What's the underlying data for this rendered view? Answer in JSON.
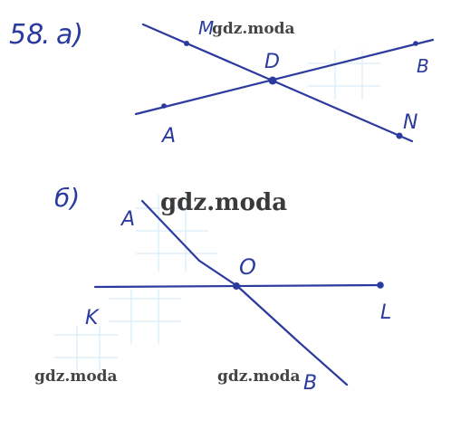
{
  "problem": {
    "number": "58",
    "part_a_label": "а)",
    "part_b_label": "б)"
  },
  "part_a": {
    "points": {
      "M": "M",
      "D": "D",
      "B": "B",
      "A": "A",
      "N": "N"
    }
  },
  "part_b": {
    "points": {
      "A": "A",
      "O": "O",
      "K": "K",
      "L": "L",
      "B": "B"
    }
  },
  "watermarks": [
    "gdz.moda",
    "gdz.moda",
    "gdz.moda",
    "gdz.moda"
  ],
  "colors": {
    "ink": "#2b3a9e",
    "watermark": "#444444",
    "grid_faint": "#d9ecfa"
  }
}
